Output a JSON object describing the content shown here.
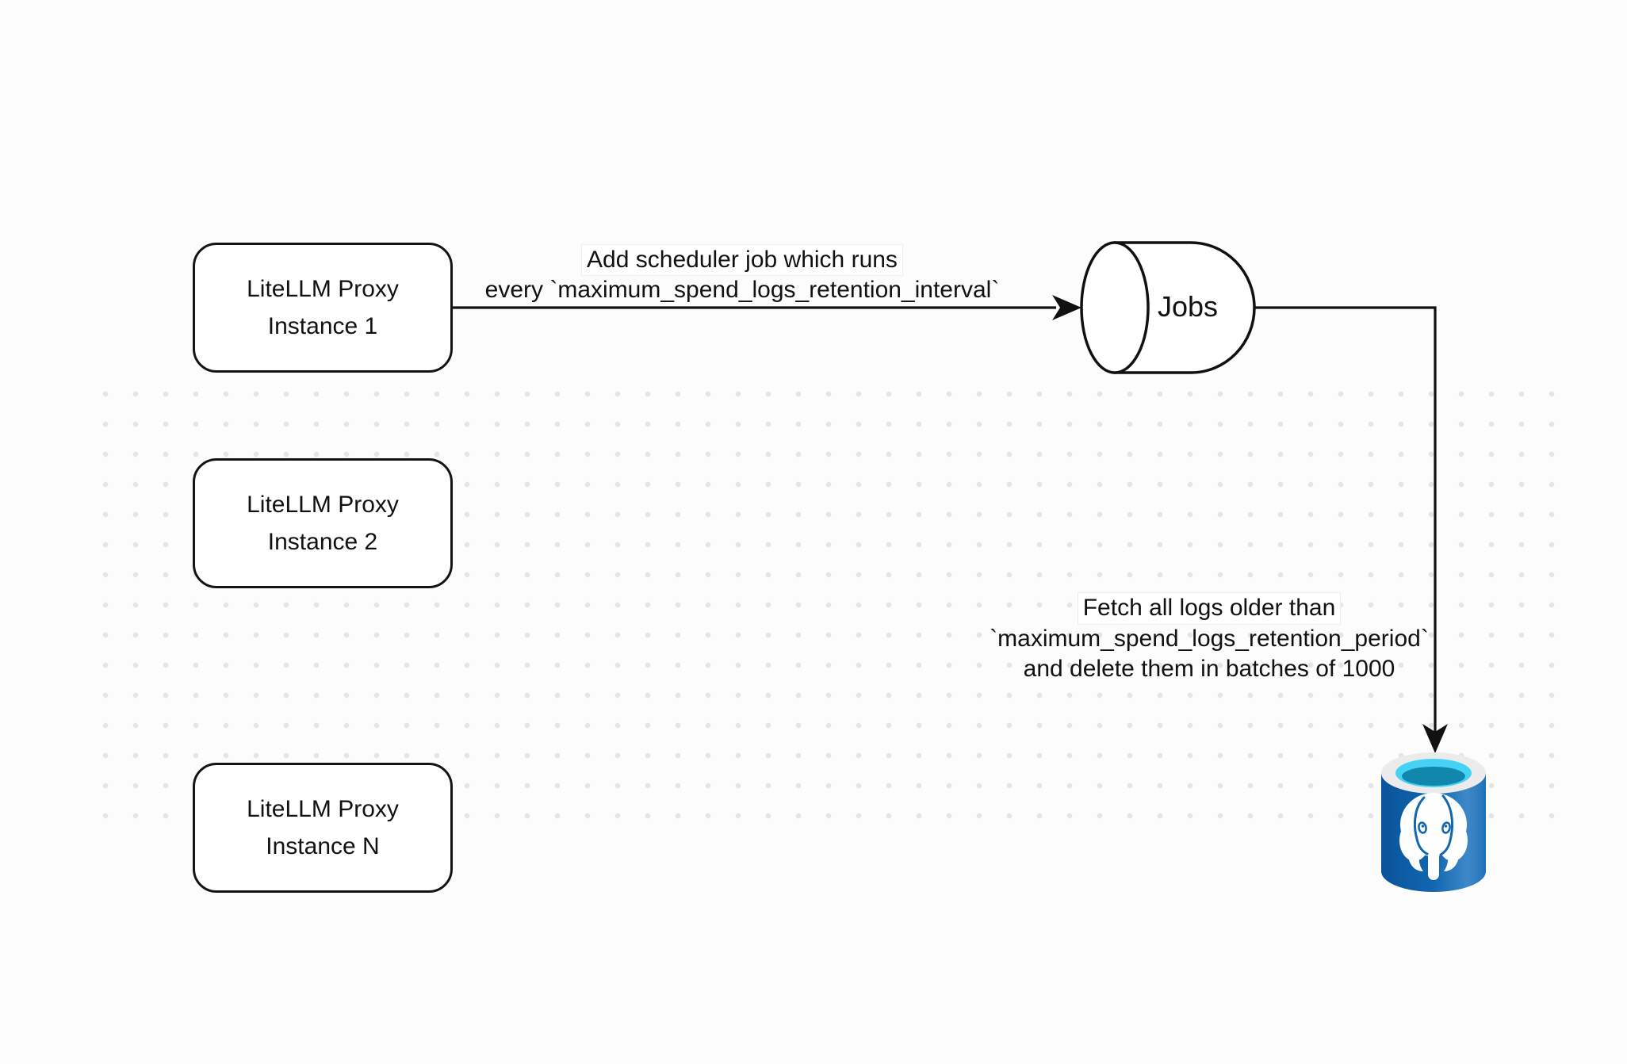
{
  "canvas": {
    "background": "#fcfcfc"
  },
  "colors": {
    "canvas": "#fcfcfc",
    "dot": "#e5e5e5",
    "stroke": "#111111",
    "pg_body": "#1166b0",
    "pg_body_dark": "#0a549b",
    "pg_body_light": "#3e88c8",
    "pg_rim": "#ebebeb",
    "pg_cyan": "#45d2f5",
    "pg_teal": "#1187ae"
  },
  "nodes": {
    "proxy1": {
      "line1": "LiteLLM Proxy",
      "line2": "Instance 1"
    },
    "proxy2": {
      "line1": "LiteLLM Proxy",
      "line2": "Instance 2"
    },
    "proxyN": {
      "line1": "LiteLLM Proxy",
      "line2": "Instance N"
    },
    "jobs": {
      "label": "Jobs"
    },
    "postgres": {
      "icon": "postgresql-elephant-database"
    }
  },
  "edges": {
    "schedule": {
      "line1": "Add scheduler job which runs",
      "line2": "every `maximum_spend_logs_retention_interval`"
    },
    "fetch": {
      "line1": "Fetch all logs older than",
      "line2": "`maximum_spend_logs_retention_period`",
      "line3": "and delete them in batches of 1000"
    }
  }
}
